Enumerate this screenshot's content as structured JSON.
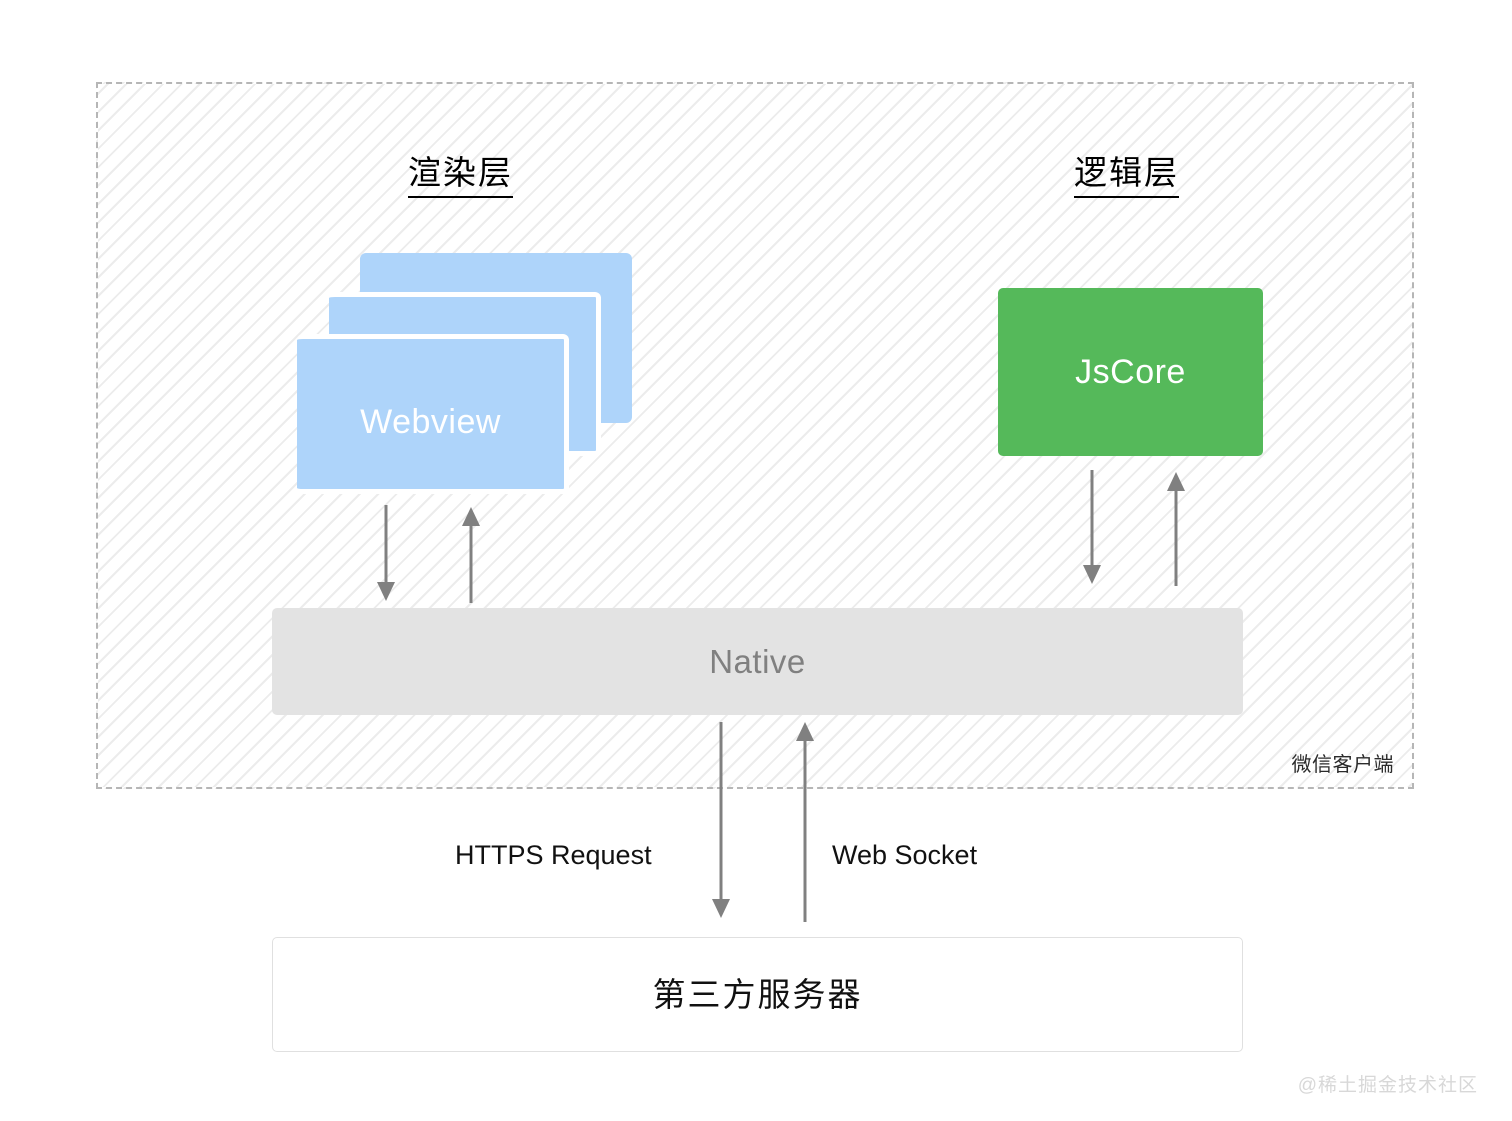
{
  "diagram": {
    "title_render_layer": "渲染层",
    "title_logic_layer": "逻辑层",
    "client_container_tag": "微信客户端",
    "webview": {
      "label": "Webview",
      "card_count": 3,
      "color": "#aed4fa"
    },
    "jscore": {
      "label": "JsCore",
      "color": "#55b95a"
    },
    "native": {
      "label": "Native",
      "color": "#e3e3e3",
      "text_color": "#808080"
    },
    "server": {
      "label": "第三方服务器",
      "color": "#ffffff",
      "border_color": "#e0e0e0"
    },
    "connections": {
      "https_label": "HTTPS Request",
      "websocket_label": "Web Socket"
    },
    "arrow_color": "#808080",
    "container_border_color": "#b6b6b6"
  },
  "watermark": {
    "text": "@稀土掘金技术社区"
  }
}
